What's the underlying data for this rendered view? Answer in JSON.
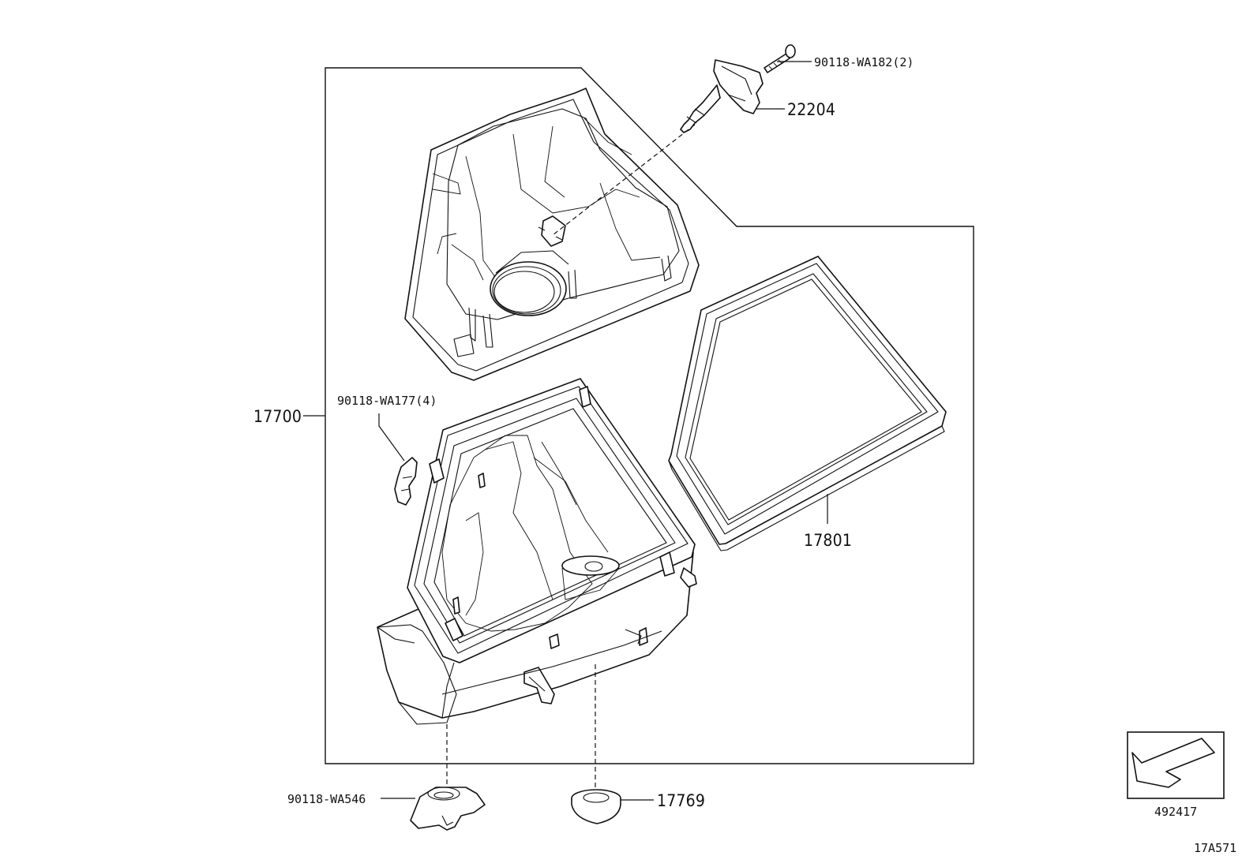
{
  "parts": {
    "p1": "90118-WA182(2)",
    "p2": "22204",
    "p3": "17700",
    "p4": "90118-WA177(4)",
    "p5": "17801",
    "p6": "90118-WA546",
    "p7": "17769"
  },
  "inset": {
    "code": "492417",
    "arrow_icon": "direction-arrow-icon"
  },
  "diagram_code": "17A571"
}
